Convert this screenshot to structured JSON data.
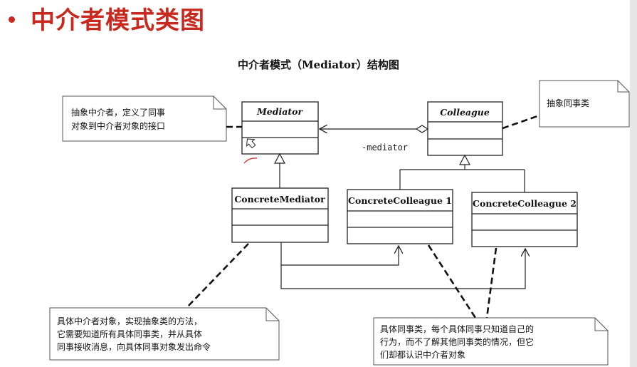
{
  "slide": {
    "title": "中介者模式类图"
  },
  "diagram": {
    "title": "中介者模式（Mediator）结构图",
    "classes": {
      "mediator": "Mediator",
      "colleague": "Colleague",
      "concrete_mediator": "ConcreteMediator",
      "concrete_colleague_1": "ConcreteColleague 1",
      "concrete_colleague_2": "ConcreteColleague 2"
    },
    "association_role": "-mediator",
    "notes": {
      "mediator_note": [
        "抽象中介者，定义了同事",
        "对象到中介者对象的接口"
      ],
      "colleague_note": [
        "抽象同事类"
      ],
      "concrete_mediator_note": [
        "具体中介者对象，实现抽象类的方法，",
        "它需要知道所有具体同事类，并从具体",
        "同事接收消息，向具体同事对象发出命令"
      ],
      "concrete_colleague_note": [
        "具体同事类，每个具体同事只知道自己的",
        "行为，而不了解其他同事类的情况，但它",
        "们却都认识中介者对象"
      ]
    },
    "colors": {
      "title": "#c8281e",
      "line": "#222222"
    }
  }
}
